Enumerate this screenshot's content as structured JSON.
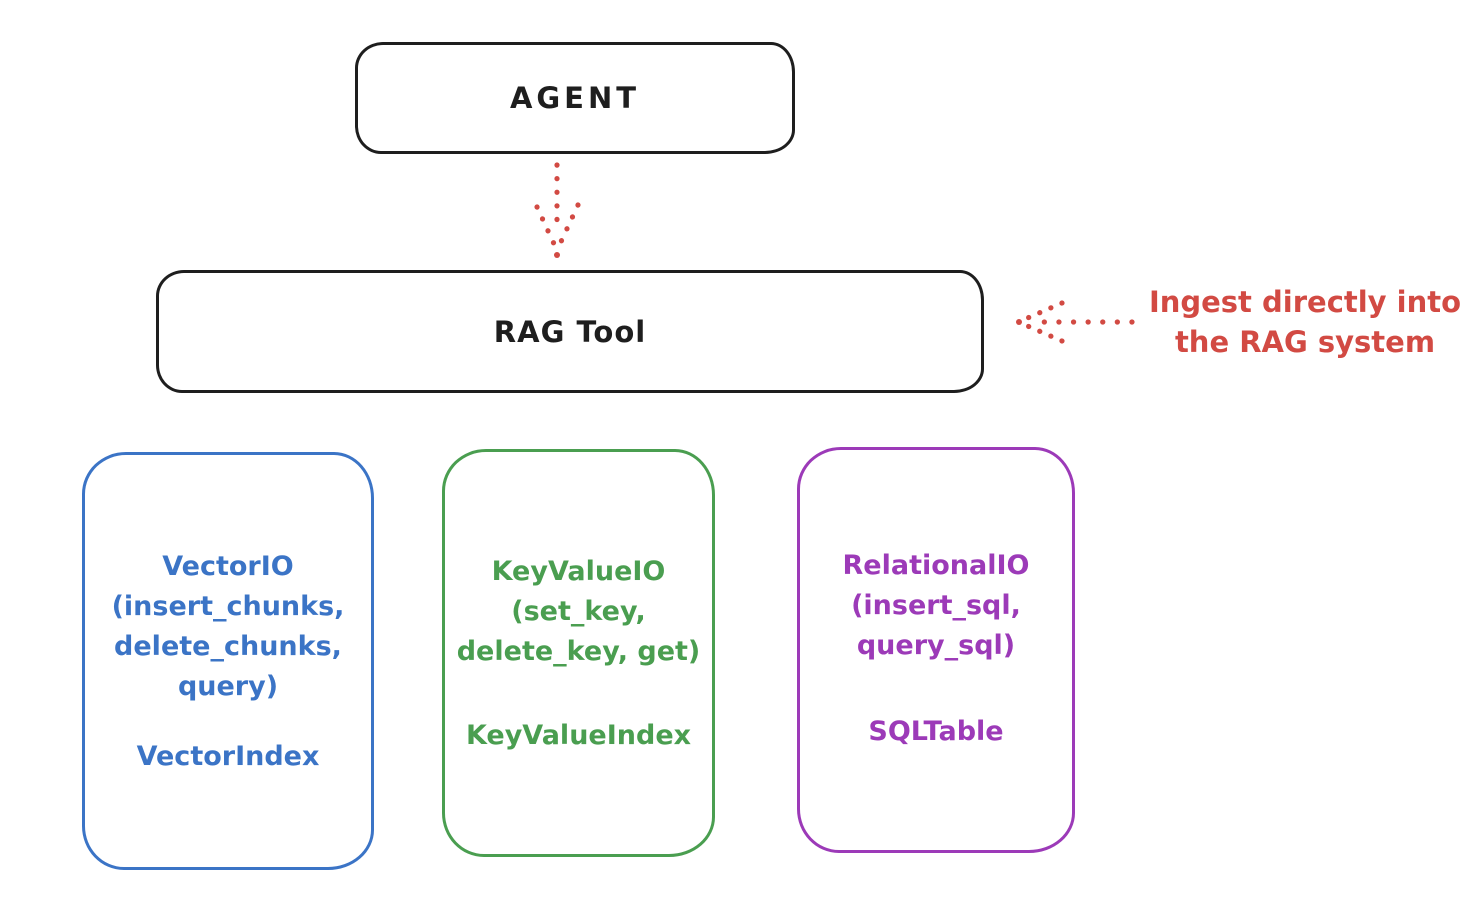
{
  "diagram": {
    "agent": {
      "label": "AGENT"
    },
    "rag_tool": {
      "label": "RAG Tool"
    },
    "annotation": {
      "text": "Ingest directly into\nthe RAG system",
      "color": "#d24a43"
    },
    "arrows": {
      "agent_to_rag": "dotted-down-arrow",
      "ingest_into_rag": "dotted-left-arrow"
    },
    "io_boxes": [
      {
        "name": "VectorIO",
        "title_and_methods": "VectorIO\n(insert_chunks,\ndelete_chunks,\nquery)",
        "index_class": "VectorIndex",
        "color": "#3b74c6"
      },
      {
        "name": "KeyValueIO",
        "title_and_methods": "KeyValueIO\n(set_key,\ndelete_key, get)",
        "index_class": "KeyValueIndex",
        "color": "#4a9e50"
      },
      {
        "name": "RelationalIO",
        "title_and_methods": "RelationalIO\n(insert_sql,\nquery_sql)",
        "index_class": "SQLTable",
        "color": "#9c3ab8"
      }
    ],
    "colors": {
      "stroke_black": "#1e1e1e",
      "accent_red": "#d24a43",
      "vector_blue": "#3b74c6",
      "keyvalue_green": "#4a9e50",
      "relational_purple": "#9c3ab8"
    }
  }
}
